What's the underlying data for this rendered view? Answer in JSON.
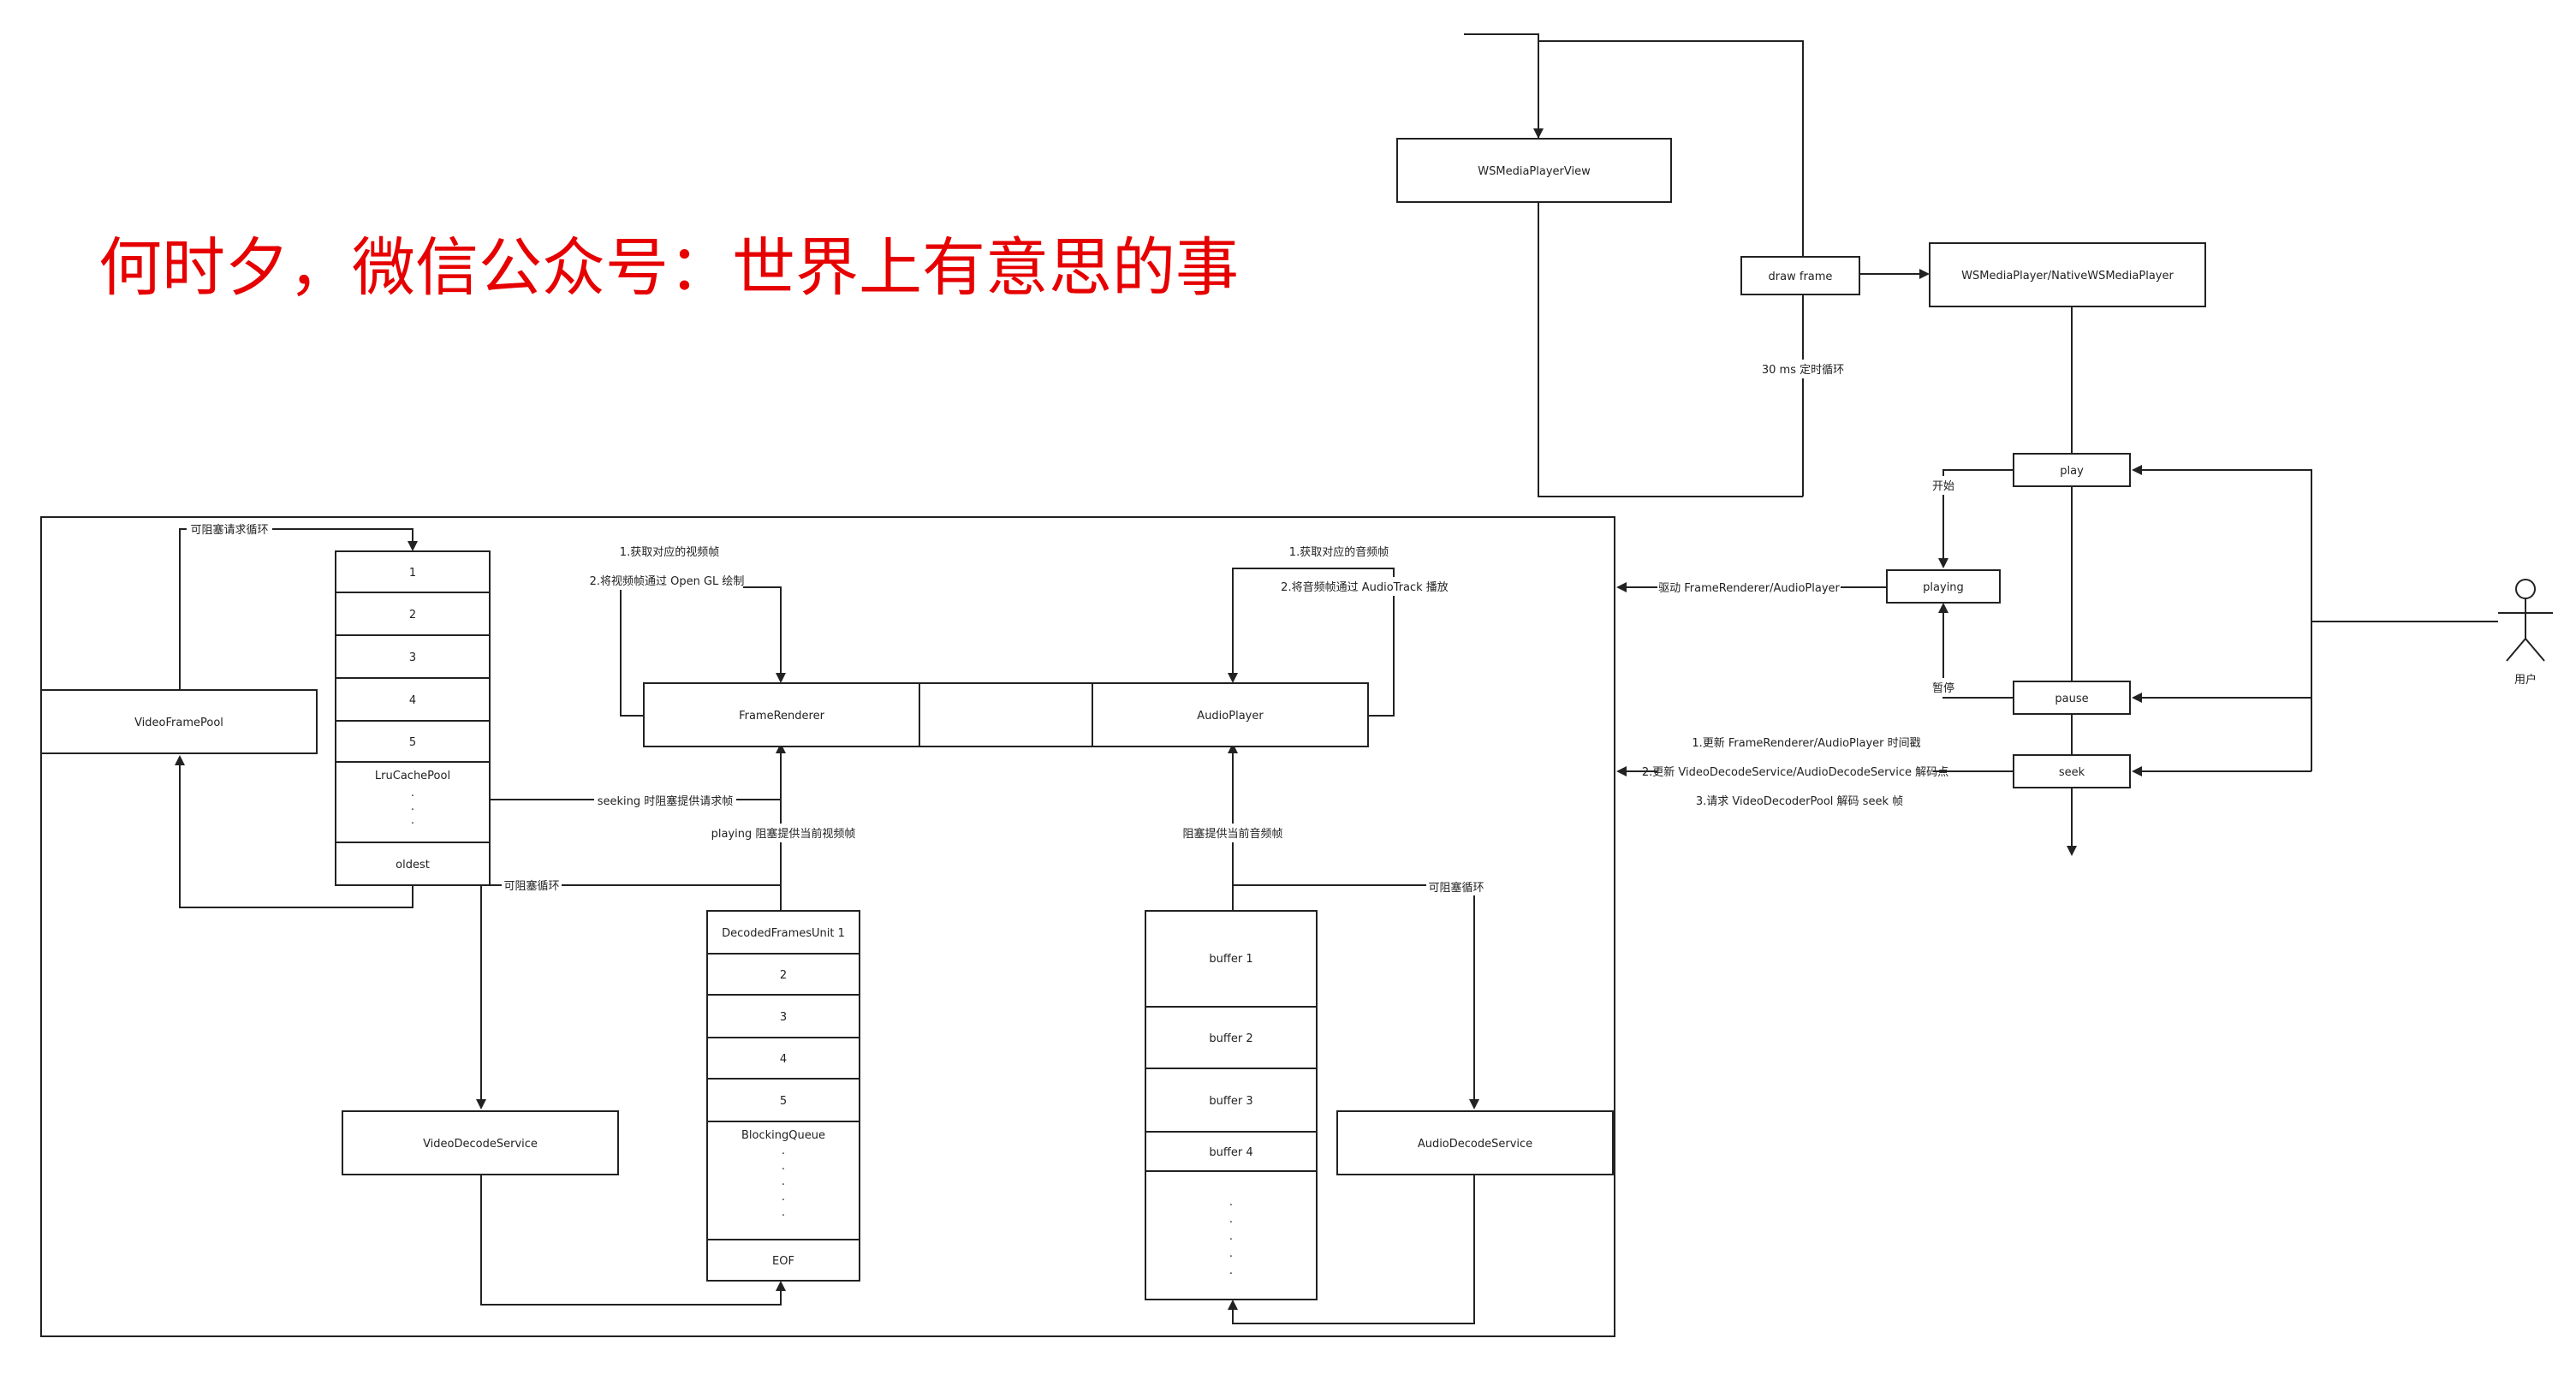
{
  "banner": "何时夕，微信公众号：世界上有意思的事",
  "nodes": {
    "ws_view": "WSMediaPlayerView",
    "draw_frame": "draw frame",
    "ws_player": "WSMediaPlayer/NativeWSMediaPlayer",
    "play": "play",
    "playing": "playing",
    "pause": "pause",
    "seek": "seek",
    "video_frame_pool": "VideoFramePool",
    "frame_renderer": "FrameRenderer",
    "audio_player": "AudioPlayer",
    "video_decode_service": "VideoDecodeService",
    "audio_decode_service": "AudioDecodeService"
  },
  "lru_cache": {
    "cells": [
      "1",
      "2",
      "3",
      "4",
      "5"
    ],
    "pool_label": "LruCachePool",
    "oldest": "oldest"
  },
  "decoded_queue": {
    "cells": [
      "DecodedFramesUnit 1",
      "2",
      "3",
      "4",
      "5"
    ],
    "queue_label": "BlockingQueue",
    "eof": "EOF"
  },
  "audio_buffers": {
    "cells": [
      "buffer 1",
      "buffer 2",
      "buffer 3",
      "buffer 4"
    ]
  },
  "actor": {
    "name": "用户"
  },
  "labels": {
    "loop_30ms": "30 ms 定时循环",
    "start": "开始",
    "pause_cn": "暂停",
    "drive": "驱动 FrameRenderer/AudioPlayer",
    "seek_1": "1.更新 FrameRenderer/AudioPlayer 时间戳",
    "seek_2": "2.更新 VideoDecodeService/AudioDecodeService 解码点",
    "seek_3": "3.请求 VideoDecoderPool 解码 seek 帧",
    "video_step_1": "1.获取对应的视频帧",
    "video_step_2": "2.将视频帧通过 Open GL 绘制",
    "audio_step_1": "1.获取对应的音频帧",
    "audio_step_2": "2.将音频帧通过 AudioTrack 播放",
    "pool_request_loop": "可阻塞请求循环",
    "seeking_request": "seeking 时阻塞提供请求帧",
    "playing_provide": "playing 阻塞提供当前视频帧",
    "blocking_loop_left": "可阻塞循环",
    "blocking_provide_audio": "阻塞提供当前音频帧",
    "blocking_loop_right": "可阻塞循环"
  }
}
